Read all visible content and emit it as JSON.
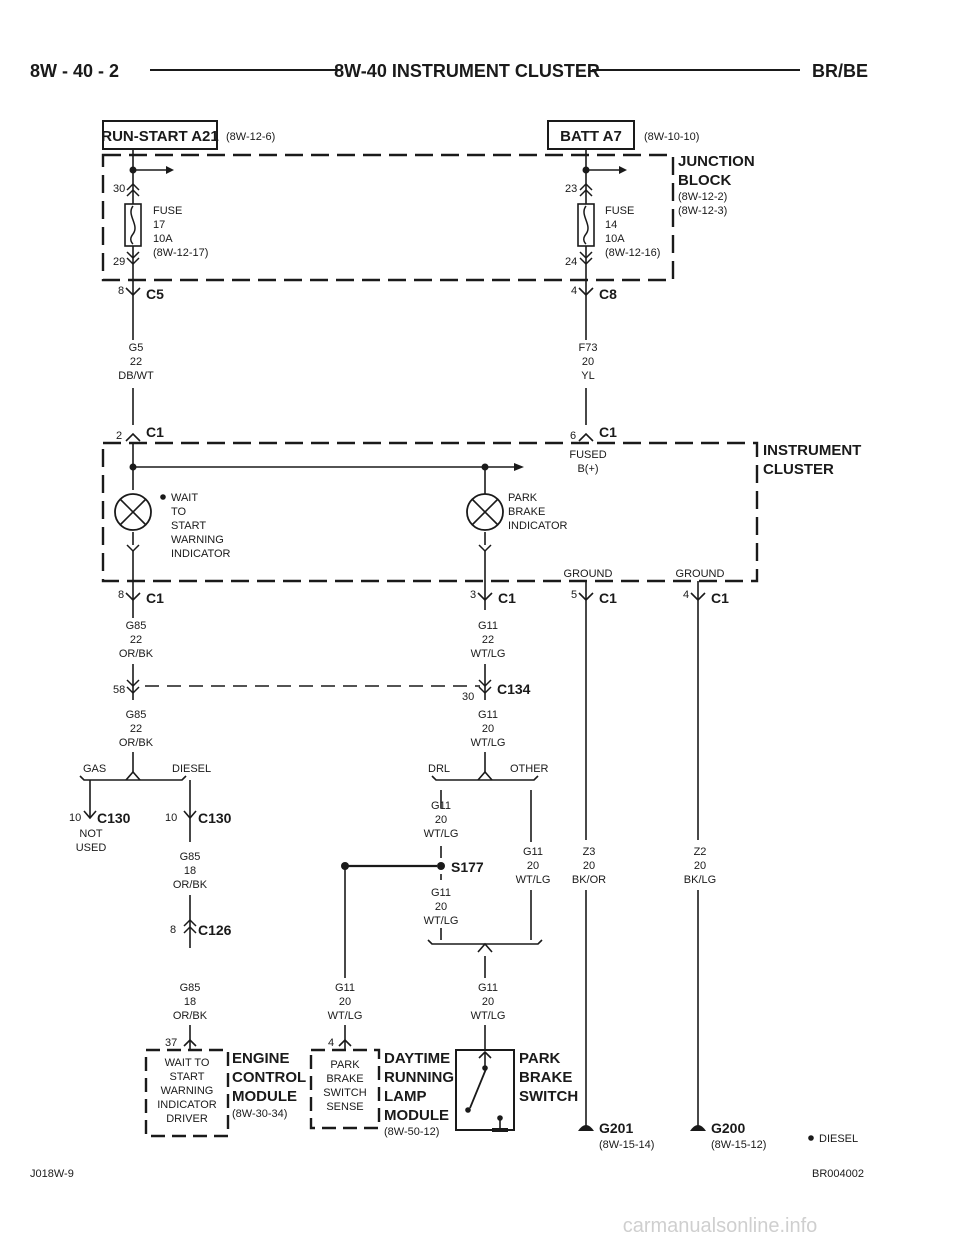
{
  "header": {
    "page_left": "8W - 40 - 2",
    "title": "8W-40 INSTRUMENT CLUSTER",
    "page_right": "BR/BE"
  },
  "sources": {
    "run_start": {
      "label": "RUN-START A21",
      "ref": "(8W-12-6)"
    },
    "batt": {
      "label": "BATT A7",
      "ref": "(8W-10-10)"
    }
  },
  "junction_block": {
    "title1": "JUNCTION",
    "title2": "BLOCK",
    "ref1": "(8W-12-2)",
    "ref2": "(8W-12-3)"
  },
  "fuse17": {
    "l1": "FUSE",
    "l2": "17",
    "l3": "10A",
    "l4": "(8W-12-17)",
    "pin_top": "30",
    "pin_bot": "29"
  },
  "fuse14": {
    "l1": "FUSE",
    "l2": "14",
    "l3": "10A",
    "l4": "(8W-12-16)",
    "pin_top": "23",
    "pin_bot": "24"
  },
  "c5": {
    "name": "C5",
    "pin": "8"
  },
  "c8": {
    "name": "C8",
    "pin": "4"
  },
  "wire_g5": {
    "l1": "G5",
    "l2": "22",
    "l3": "DB/WT"
  },
  "wire_f73": {
    "l1": "F73",
    "l2": "20",
    "l3": "YL"
  },
  "c1_in_left": {
    "name": "C1",
    "pin": "2"
  },
  "c1_in_right": {
    "name": "C1",
    "pin": "6",
    "l1": "FUSED",
    "l2": "B(+)"
  },
  "cluster": {
    "title1": "INSTRUMENT",
    "title2": "CLUSTER"
  },
  "wait_lamp": {
    "l1": "WAIT",
    "l2": "TO",
    "l3": "START",
    "l4": "WARNING",
    "l5": "INDICATOR"
  },
  "park_lamp": {
    "l1": "PARK",
    "l2": "BRAKE",
    "l3": "INDICATOR"
  },
  "ground1": "GROUND",
  "ground2": "GROUND",
  "c1_out_8": {
    "name": "C1",
    "pin": "8"
  },
  "c1_out_3": {
    "name": "C1",
    "pin": "3"
  },
  "c1_out_5": {
    "name": "C1",
    "pin": "5"
  },
  "c1_out_4": {
    "name": "C1",
    "pin": "4"
  },
  "wire_g85_a": {
    "l1": "G85",
    "l2": "22",
    "l3": "OR/BK"
  },
  "wire_g11_a": {
    "l1": "G11",
    "l2": "22",
    "l3": "WT/LG"
  },
  "c134": {
    "name": "C134",
    "pin_left": "58",
    "pin_right": "30"
  },
  "wire_g85_b": {
    "l1": "G85",
    "l2": "22",
    "l3": "OR/BK"
  },
  "wire_g11_b": {
    "l1": "G11",
    "l2": "20",
    "l3": "WT/LG"
  },
  "split_gas": "GAS",
  "split_diesel": "DIESEL",
  "split_drl": "DRL",
  "split_other": "OTHER",
  "c130_a": {
    "name": "C130",
    "pin": "10",
    "l1": "NOT",
    "l2": "USED"
  },
  "c130_b": {
    "name": "C130",
    "pin": "10"
  },
  "wire_g85_c": {
    "l1": "G85",
    "l2": "18",
    "l3": "OR/BK"
  },
  "wire_g11_c": {
    "l1": "G11",
    "l2": "20",
    "l3": "WT/LG"
  },
  "wire_g11_d": {
    "l1": "G11",
    "l2": "20",
    "l3": "WT/LG"
  },
  "wire_z3": {
    "l1": "Z3",
    "l2": "20",
    "l3": "BK/OR"
  },
  "wire_z2": {
    "l1": "Z2",
    "l2": "20",
    "l3": "BK/LG"
  },
  "s177": "S177",
  "wire_g11_e": {
    "l1": "G11",
    "l2": "20",
    "l3": "WT/LG"
  },
  "c126": {
    "name": "C126",
    "pin": "8"
  },
  "wire_g85_d": {
    "l1": "G85",
    "l2": "18",
    "l3": "OR/BK"
  },
  "wire_g11_f": {
    "l1": "G11",
    "l2": "20",
    "l3": "WT/LG"
  },
  "wire_g11_g": {
    "l1": "G11",
    "l2": "20",
    "l3": "WT/LG"
  },
  "ecm": {
    "pin": "37",
    "b1": "WAIT TO",
    "b2": "START",
    "b3": "WARNING",
    "b4": "INDICATOR",
    "b5": "DRIVER",
    "t1": "ENGINE",
    "t2": "CONTROL",
    "t3": "MODULE",
    "ref": "(8W-30-34)"
  },
  "drl": {
    "pin": "4",
    "b1": "PARK",
    "b2": "BRAKE",
    "b3": "SWITCH",
    "b4": "SENSE",
    "t1": "DAYTIME",
    "t2": "RUNNING",
    "t3": "LAMP",
    "t4": "MODULE",
    "ref": "(8W-50-12)"
  },
  "park_switch": {
    "t1": "PARK",
    "t2": "BRAKE",
    "t3": "SWITCH"
  },
  "g201": {
    "name": "G201",
    "ref": "(8W-15-14)"
  },
  "g200": {
    "name": "G200",
    "ref": "(8W-15-12)"
  },
  "legend_diesel": "DIESEL",
  "footer": {
    "left": "J018W-9",
    "right": "BR004002",
    "watermark": "carmanualsonline.info"
  }
}
